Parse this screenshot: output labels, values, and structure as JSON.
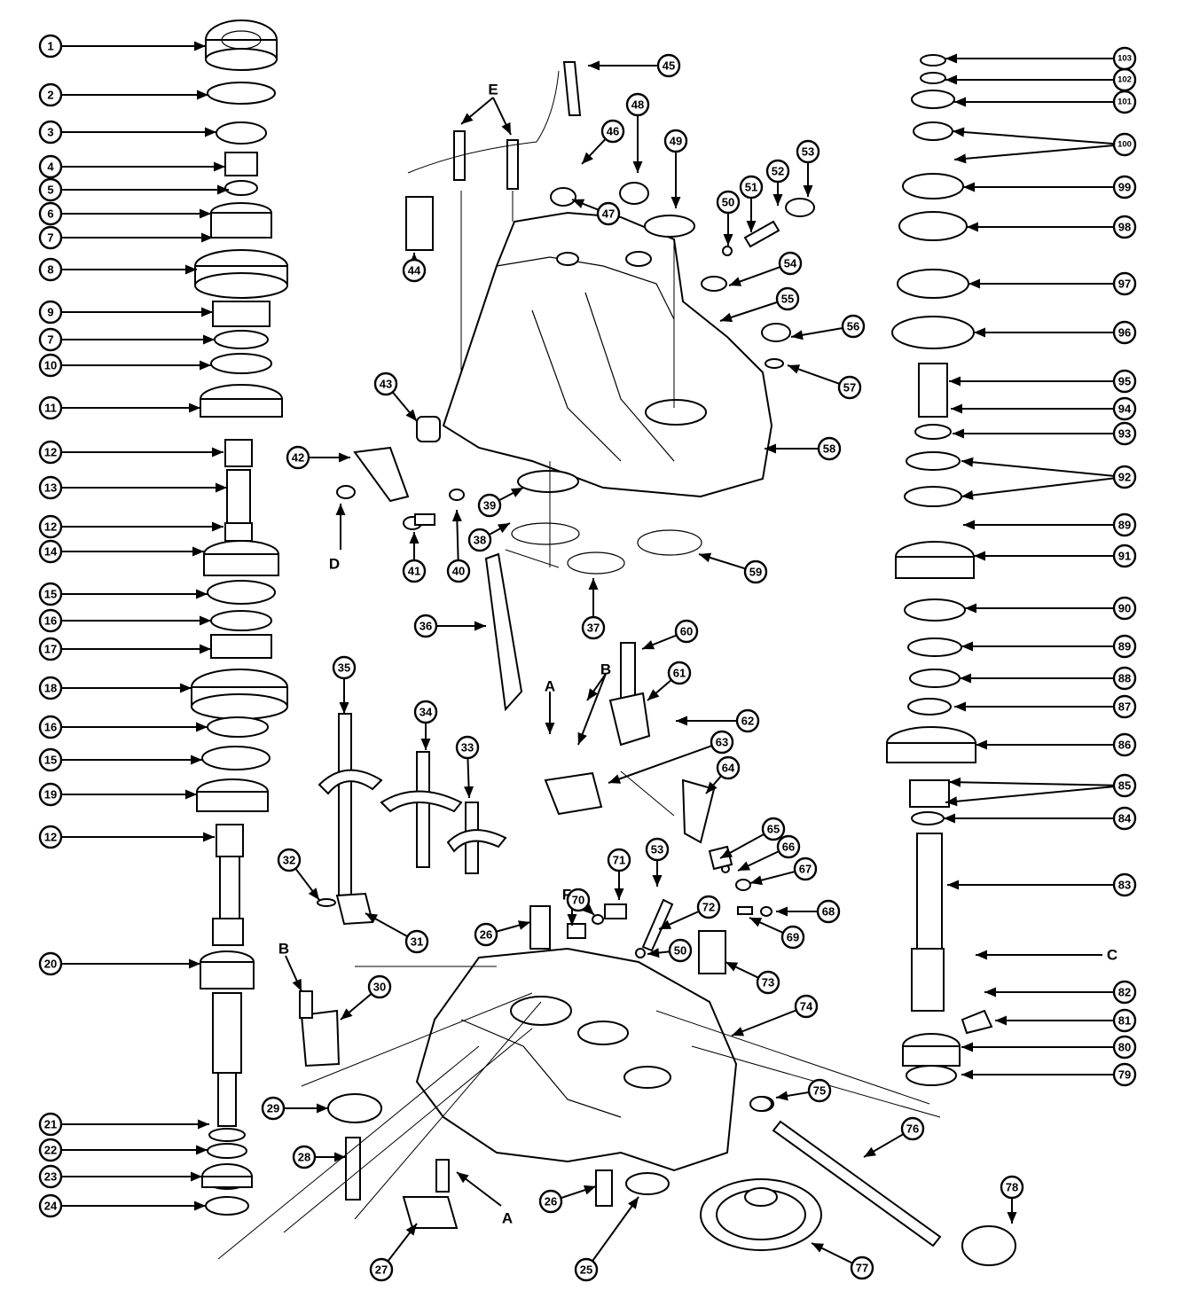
{
  "callouts": [
    {
      "id": "c1",
      "label": "1"
    },
    {
      "id": "c2",
      "label": "2"
    },
    {
      "id": "c3",
      "label": "3"
    },
    {
      "id": "c4",
      "label": "4"
    },
    {
      "id": "c5",
      "label": "5"
    },
    {
      "id": "c6",
      "label": "6"
    },
    {
      "id": "c7a",
      "label": "7"
    },
    {
      "id": "c8",
      "label": "8"
    },
    {
      "id": "c9",
      "label": "9"
    },
    {
      "id": "c7b",
      "label": "7"
    },
    {
      "id": "c10",
      "label": "10"
    },
    {
      "id": "c11",
      "label": "11"
    },
    {
      "id": "c12a",
      "label": "12"
    },
    {
      "id": "c13",
      "label": "13"
    },
    {
      "id": "c12b",
      "label": "12"
    },
    {
      "id": "c14",
      "label": "14"
    },
    {
      "id": "c15a",
      "label": "15"
    },
    {
      "id": "c16a",
      "label": "16"
    },
    {
      "id": "c17",
      "label": "17"
    },
    {
      "id": "c18",
      "label": "18"
    },
    {
      "id": "c16b",
      "label": "16"
    },
    {
      "id": "c15b",
      "label": "15"
    },
    {
      "id": "c19",
      "label": "19"
    },
    {
      "id": "c12c",
      "label": "12"
    },
    {
      "id": "c20",
      "label": "20"
    },
    {
      "id": "c21",
      "label": "21"
    },
    {
      "id": "c22",
      "label": "22"
    },
    {
      "id": "c23",
      "label": "23"
    },
    {
      "id": "c24",
      "label": "24"
    },
    {
      "id": "c25",
      "label": "25"
    },
    {
      "id": "c26a",
      "label": "26"
    },
    {
      "id": "c26b",
      "label": "26"
    },
    {
      "id": "c27",
      "label": "27"
    },
    {
      "id": "c28",
      "label": "28"
    },
    {
      "id": "c29",
      "label": "29"
    },
    {
      "id": "c30",
      "label": "30"
    },
    {
      "id": "c31",
      "label": "31"
    },
    {
      "id": "c32",
      "label": "32"
    },
    {
      "id": "c33",
      "label": "33"
    },
    {
      "id": "c34",
      "label": "34"
    },
    {
      "id": "c35",
      "label": "35"
    },
    {
      "id": "c36",
      "label": "36"
    },
    {
      "id": "c37",
      "label": "37"
    },
    {
      "id": "c38",
      "label": "38"
    },
    {
      "id": "c39",
      "label": "39"
    },
    {
      "id": "c40",
      "label": "40"
    },
    {
      "id": "c41",
      "label": "41"
    },
    {
      "id": "c42",
      "label": "42"
    },
    {
      "id": "c43",
      "label": "43"
    },
    {
      "id": "c44",
      "label": "44"
    },
    {
      "id": "c45",
      "label": "45"
    },
    {
      "id": "c46",
      "label": "46"
    },
    {
      "id": "c47",
      "label": "47"
    },
    {
      "id": "c48",
      "label": "48"
    },
    {
      "id": "c49",
      "label": "49"
    },
    {
      "id": "c50a",
      "label": "50"
    },
    {
      "id": "c51",
      "label": "51"
    },
    {
      "id": "c52",
      "label": "52"
    },
    {
      "id": "c53a",
      "label": "53"
    },
    {
      "id": "c54",
      "label": "54"
    },
    {
      "id": "c55",
      "label": "55"
    },
    {
      "id": "c56",
      "label": "56"
    },
    {
      "id": "c57",
      "label": "57"
    },
    {
      "id": "c58",
      "label": "58"
    },
    {
      "id": "c59",
      "label": "59"
    },
    {
      "id": "c60",
      "label": "60"
    },
    {
      "id": "c61",
      "label": "61"
    },
    {
      "id": "c62",
      "label": "62"
    },
    {
      "id": "c63",
      "label": "63"
    },
    {
      "id": "c64",
      "label": "64"
    },
    {
      "id": "c65",
      "label": "65"
    },
    {
      "id": "c66",
      "label": "66"
    },
    {
      "id": "c67",
      "label": "67"
    },
    {
      "id": "c68",
      "label": "68"
    },
    {
      "id": "c69",
      "label": "69"
    },
    {
      "id": "c70",
      "label": "70"
    },
    {
      "id": "c71",
      "label": "71"
    },
    {
      "id": "c53b",
      "label": "53"
    },
    {
      "id": "c72",
      "label": "72"
    },
    {
      "id": "c50b",
      "label": "50"
    },
    {
      "id": "c73",
      "label": "73"
    },
    {
      "id": "c74",
      "label": "74"
    },
    {
      "id": "c75",
      "label": "75"
    },
    {
      "id": "c76",
      "label": "76"
    },
    {
      "id": "c77",
      "label": "77"
    },
    {
      "id": "c78",
      "label": "78"
    },
    {
      "id": "c79",
      "label": "79"
    },
    {
      "id": "c80",
      "label": "80"
    },
    {
      "id": "c81",
      "label": "81"
    },
    {
      "id": "c82",
      "label": "82"
    },
    {
      "id": "c83",
      "label": "83"
    },
    {
      "id": "c84",
      "label": "84"
    },
    {
      "id": "c85",
      "label": "85"
    },
    {
      "id": "c86",
      "label": "86"
    },
    {
      "id": "c87",
      "label": "87"
    },
    {
      "id": "c88",
      "label": "88"
    },
    {
      "id": "c89a",
      "label": "89"
    },
    {
      "id": "c90",
      "label": "90"
    },
    {
      "id": "c91",
      "label": "91"
    },
    {
      "id": "c89b",
      "label": "89"
    },
    {
      "id": "c92",
      "label": "92"
    },
    {
      "id": "c93",
      "label": "93"
    },
    {
      "id": "c94",
      "label": "94"
    },
    {
      "id": "c95",
      "label": "95"
    },
    {
      "id": "c96",
      "label": "96"
    },
    {
      "id": "c97",
      "label": "97"
    },
    {
      "id": "c98",
      "label": "98"
    },
    {
      "id": "c99",
      "label": "99"
    },
    {
      "id": "c100",
      "label": "100"
    },
    {
      "id": "c101",
      "label": "101"
    },
    {
      "id": "c102",
      "label": "102"
    },
    {
      "id": "c103",
      "label": "103"
    }
  ],
  "letters": [
    {
      "id": "E",
      "label": "E"
    },
    {
      "id": "D",
      "label": "D"
    },
    {
      "id": "A1",
      "label": "A"
    },
    {
      "id": "B1",
      "label": "B"
    },
    {
      "id": "F",
      "label": "F"
    },
    {
      "id": "B2",
      "label": "B"
    },
    {
      "id": "C",
      "label": "C"
    },
    {
      "id": "A2",
      "label": "A"
    }
  ]
}
